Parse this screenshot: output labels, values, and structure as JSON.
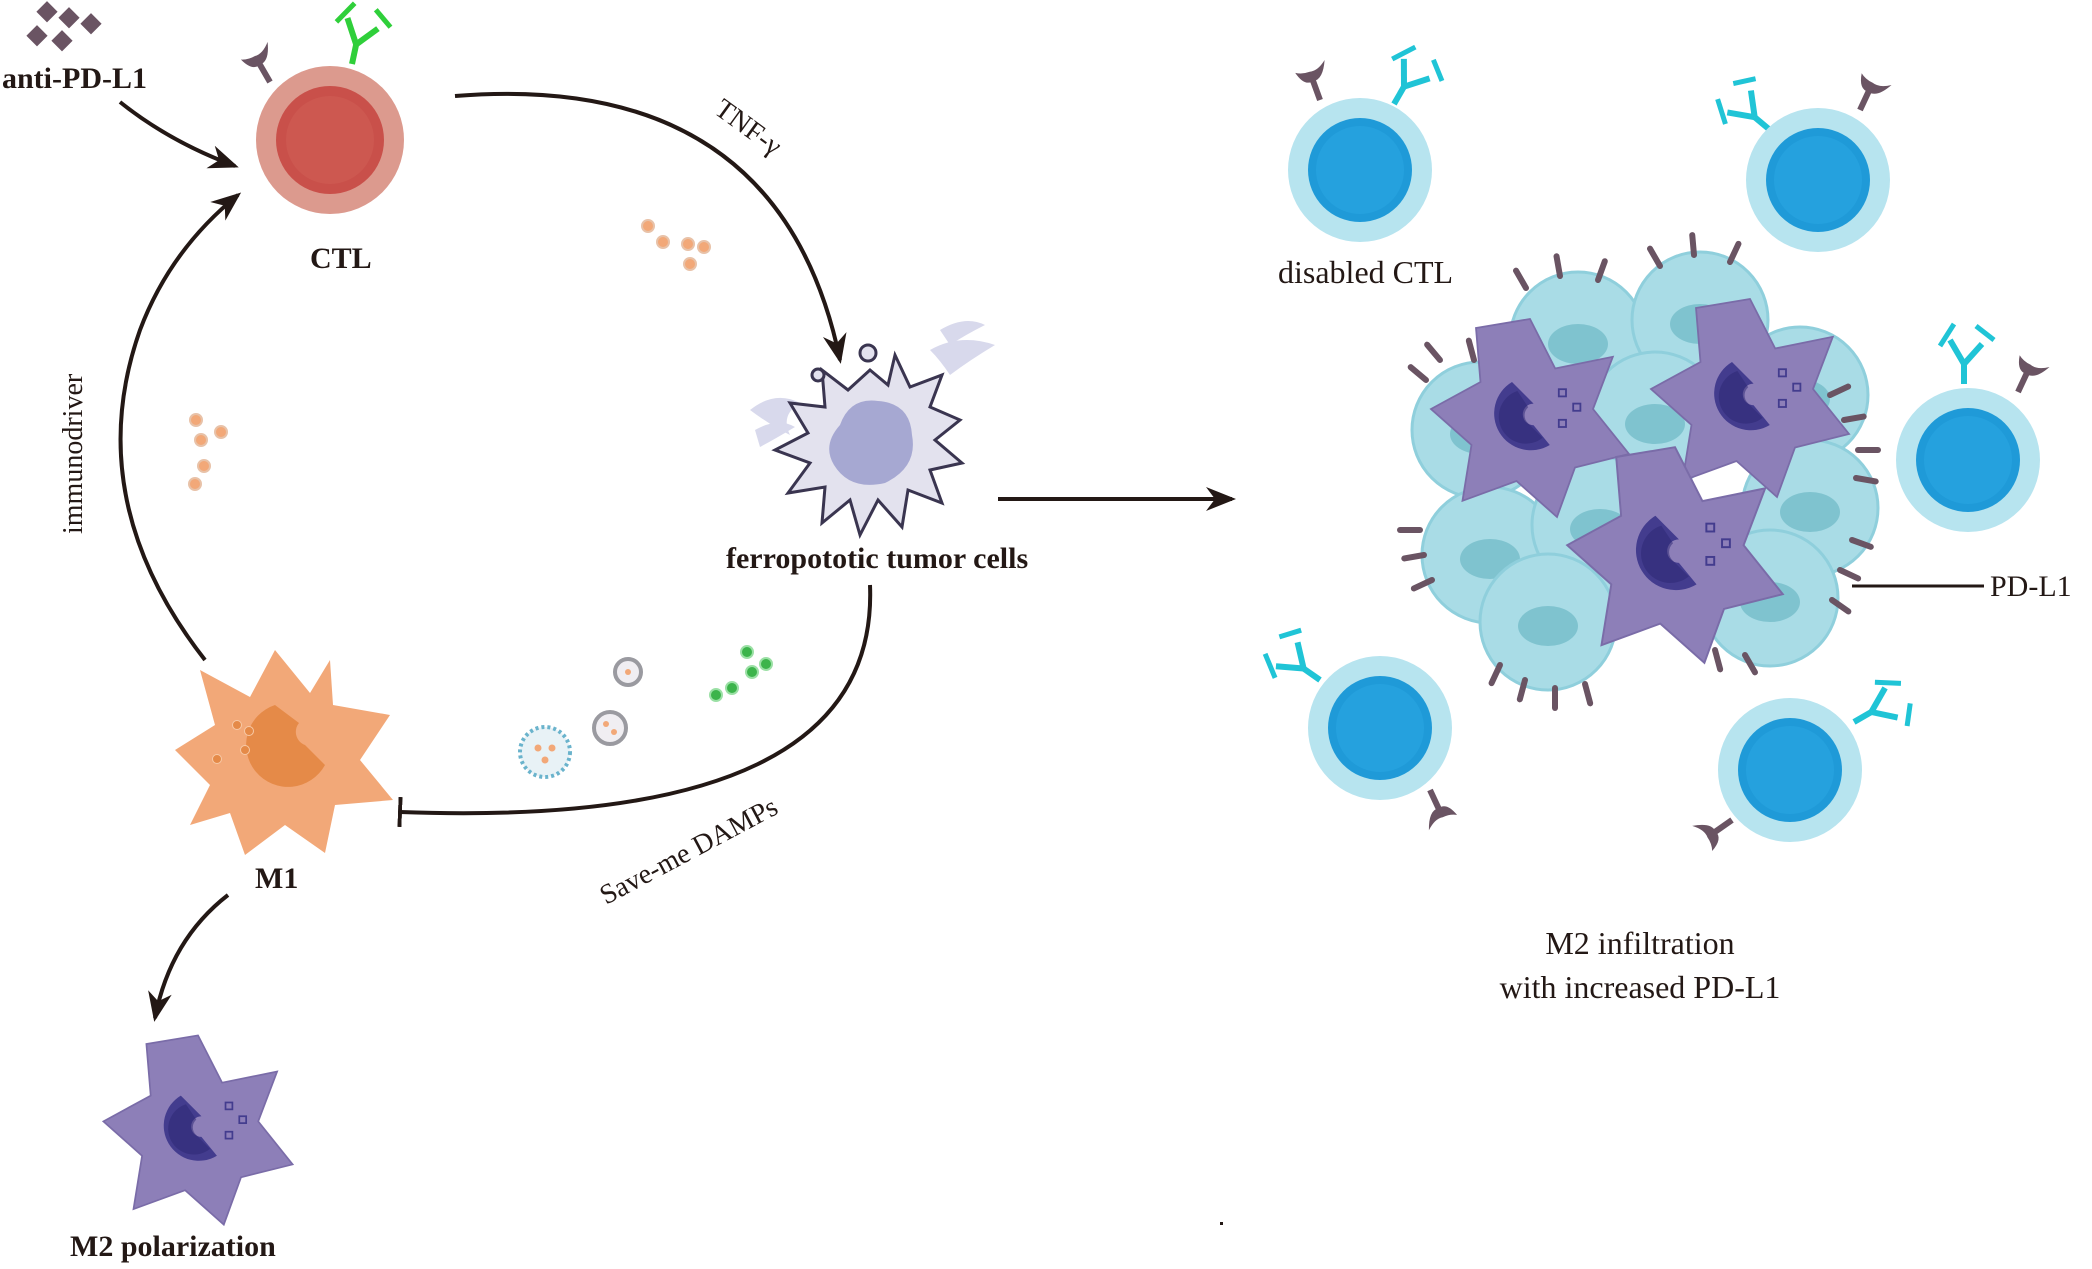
{
  "labels": {
    "anti_pd_l1": "anti-PD-L1",
    "ctl": "CTL",
    "tnf": "TNF-γ",
    "immunodriver": "immunodriver",
    "ferroptotic": "ferropototic tumor cells",
    "m1": "M1",
    "save_me": "Save-me DAMPs",
    "m2_polarization": "M2 polarization",
    "disabled_ctl": "disabled CTL",
    "pd_l1": "PD-L1",
    "m2_infiltration_line1": "M2 infiltration",
    "m2_infiltration_line2": "with increased PD-L1"
  },
  "colors": {
    "ctl_outer": "#dc9a8e",
    "ctl_inner": "#c9504a",
    "receptor_green": "#2fcf3a",
    "receptor_cyan": "#20c4d6",
    "pd1_dark": "#6a5463",
    "disabled_ctl_outer": "#b7e4ef",
    "disabled_ctl_inner": "#1f9ad8",
    "m1_body": "#f2a878",
    "m1_nucleus": "#e58a48",
    "m2_body": "#8d7fb8",
    "m2_nucleus": "#433c8e",
    "tumor_body": "#a9dce6",
    "tumor_nucleus": "#7fc3cf",
    "ferroptotic_body": "#e3e2ee",
    "ferroptotic_nucleus": "#a6a8d2",
    "cytokine_dot": "#f2a878",
    "damp_green": "#3cb44b",
    "arrow": "#231815"
  }
}
